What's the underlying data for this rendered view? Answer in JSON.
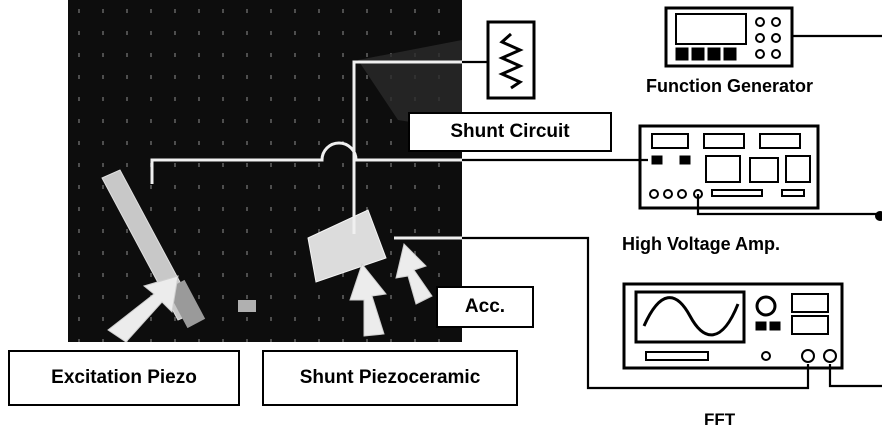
{
  "labels": {
    "function_generator": "Function Generator",
    "shunt_circuit": "Shunt Circuit",
    "high_voltage_amp": "High Voltage Amp.",
    "accelerometer": "Acc.",
    "excitation_piezo": "Excitation Piezo",
    "shunt_piezoceramic": "Shunt Piezoceramic",
    "fft": "FFT"
  },
  "colors": {
    "background": "#ffffff",
    "photo": "#0d0d0d",
    "wire": "#000000",
    "wire_on_photo": "#f0f0f0"
  },
  "icons": [
    "resistor-icon",
    "function-generator-icon",
    "amplifier-icon",
    "fft-analyzer-icon"
  ]
}
